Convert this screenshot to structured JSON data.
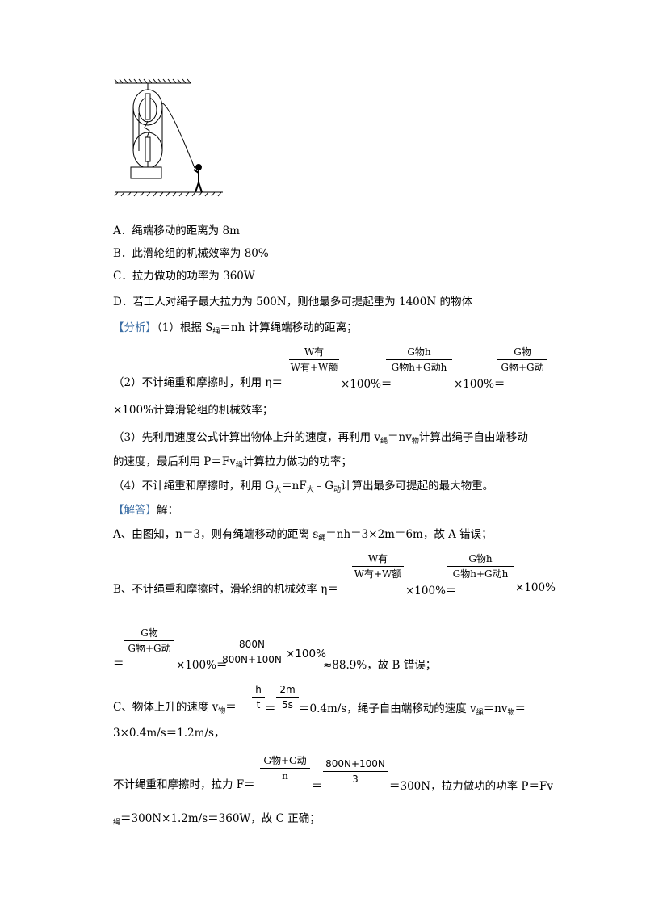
{
  "options": {
    "A": "A．绳端移动的距离为 8m",
    "B": "B．此滑轮组的机械效率为 80%",
    "C": "C．拉力做功的功率为 360W",
    "D": "D．若工人对绳子最大拉力为 500N，则他最多可提起重为 1400N 的物体"
  },
  "analysis": {
    "tag": "【分析】",
    "p1_pre": "（1）根据 S",
    "p1_sub": "绳",
    "p1_post": "＝nh 计算绳端移动的距离；",
    "p2_pre": "（2）不计绳重和摩擦时，利用 η＝",
    "f1_num": "W有",
    "f1_den": "W有+W额",
    "x100_a": "×100%＝",
    "f2_num": "G物h",
    "f2_den": "G物h+G动h",
    "x100_b": "×100%＝",
    "f3_num": "G物",
    "f3_den": "G物+G动",
    "p2_cont": "×100%计算滑轮组的机械效率；",
    "p3_a": "（3）先利用速度公式计算出物体上升的速度，再利用 v",
    "p3_sub1": "绳",
    "p3_b": "＝nv",
    "p3_sub2": "物",
    "p3_c": "计算出绳子自由端移动",
    "p3_d": "的速度，最后利用 P＝Fv",
    "p3_sub3": "绳",
    "p3_e": "计算拉力做功的功率；",
    "p4_a": "（4）不计绳重和摩擦时，利用 G",
    "p4_sub1": "大",
    "p4_b": "＝nF",
    "p4_sub2": "大",
    "p4_c": "﹣G",
    "p4_sub3": "动",
    "p4_d": "计算出最多可提起的最大物重。"
  },
  "answer": {
    "tag": "【解答】",
    "tag_post": "解：",
    "a_line_a": "A、由图知，n＝3，则有绳端移动的距离 s",
    "a_sub": "绳",
    "a_line_b": "＝nh＝3×2m＝6m，故 A 错误；",
    "b_line": "B、不计绳重和摩擦时，滑轮组的机械效率 η＝",
    "b_f1_num": "W有",
    "b_f1_den": "W有+W额",
    "b_x1": "×100%＝",
    "b_f2_num": "G物h",
    "b_f2_den": "G物h+G动h",
    "b_x2": "×100%",
    "b2_eq": "＝",
    "b2_f1_num": "G物",
    "b2_f1_den": "G物+G动",
    "b2_x1": "×100%＝",
    "b2_f2_num": "800N",
    "b2_f2_den": "800N+100N",
    "b2_x2": "×100%",
    "b2_tail": "≈88.9%，故 B 错误；",
    "c_pre": "C、物体上升的速度 v",
    "c_sub": "物",
    "c_eq1": "＝",
    "c_f1_num": "h",
    "c_f1_den": "t",
    "c_eq2": "＝",
    "c_f2_num": "2m",
    "c_f2_den": "5s",
    "c_tail": "＝0.4m/s，绳子自由端移动的速度 v",
    "c_sub2": "绳",
    "c_tail2": "＝nv",
    "c_sub3": "物",
    "c_tail3": "＝",
    "c_line2": "3×0.4m/s＝1.2m/s，",
    "d_pre": "不计绳重和摩擦时，拉力 F＝",
    "d_f1_num": "G物+G动",
    "d_f1_den": "n",
    "d_eq": "＝",
    "d_f2_num": "800N+100N",
    "d_f2_den": "3",
    "d_tail": "＝300N，拉力做功的功率 P＝Fv",
    "d_sub": "绳",
    "d_line2": "＝300N×1.2m/s＝360W，故 C 正确；"
  }
}
